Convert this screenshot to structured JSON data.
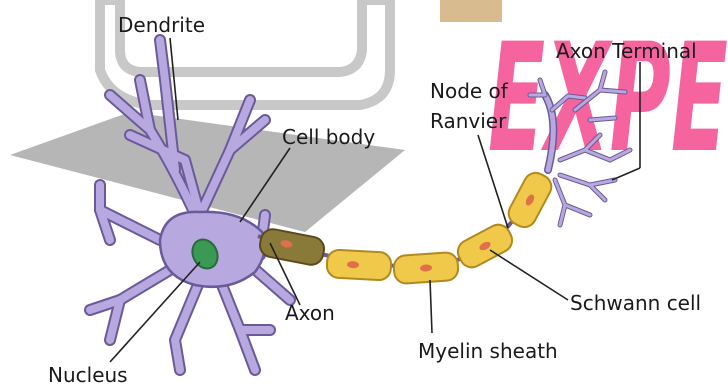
{
  "labels": {
    "dendrite": "Dendrite",
    "cell_body": "Cell body",
    "node_of_ranvier_line1": "Node of",
    "node_of_ranvier_line2": "Ranvier",
    "axon_terminal": "Axon Terminal",
    "axon": "Axon",
    "schwann_cell": "Schwann cell",
    "myelin_sheath": "Myelin sheath",
    "nucleus": "Nucleus"
  },
  "watermark": {
    "text": "EXPE"
  },
  "colors": {
    "neuron_fill": "#b8a8e0",
    "neuron_stroke": "#6a5a9a",
    "nucleus_fill": "#3a9a55",
    "schwann_fill": "#f0c84a",
    "schwann_stroke": "#b08a20",
    "schwann_nucleus": "#e0704a",
    "first_segment_fill": "#8a7a3a",
    "watermark_pink": "#f44a8e",
    "watermark_gray": "#707070",
    "watermark_tan": "#c8a060",
    "leader_line": "#222222"
  }
}
